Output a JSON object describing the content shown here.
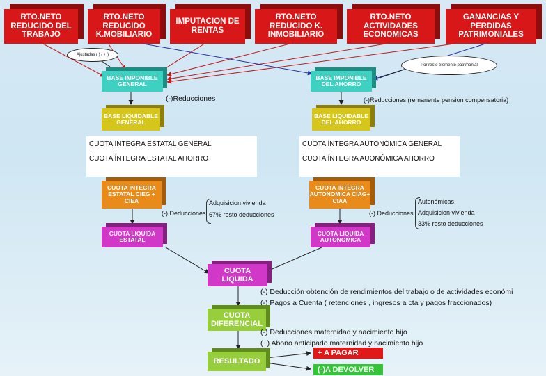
{
  "sources": [
    "RTO.NETO REDUCIDO DEL TRABAJO",
    "RTO.NETO REDUCIDO K.MOBILIARIO",
    "IMPUTACION DE RENTAS",
    "RTO.NETO REDUCIDO K. INMOBILIARIO",
    "RTO.NETO ACTIVIDADES ECONOMICAS",
    "GANANCIAS Y PERDIDAS PATRIMONIALES"
  ],
  "notes": {
    "left_oval": "Ajustadas ( ) ( + )",
    "right_oval": "Por resto elemento patrimonial"
  },
  "general": {
    "base_imponible": "BASE IMPONIBLE GENERAL",
    "reducciones": "(-)Reducciones",
    "base_liquidable": "BASE LIQUIDABLE GENERAL"
  },
  "ahorro": {
    "base_imponible": "BASE IMPONIBLE DEL AHORRO",
    "reducciones": "(-)Reducciones (remanente pension compensatoria)",
    "base_liquidable": "BASE LIQUIDABLE DEL AHORRO"
  },
  "estatal": {
    "cuota_line1": "CUOTA ÍNTEGRA ESTATAL GENERAL",
    "plus": "+",
    "cuota_line2": "CUOTA ÍNTEGRA ESTATAL AHORRO",
    "cuota_integra": "CUOTA INTEGRA ESTATAL CIEG + CIEA",
    "deducciones": "(-) Deducciones",
    "ded_items": [
      "Adquisicion vivienda",
      "67% resto deducciones"
    ],
    "cuota_liquida": "CUOTA LIQUIDA ESTATAL"
  },
  "autonomica": {
    "cuota_line1": "CUOTA ÍNTEGRA AUTONÓMICA GENERAL",
    "plus": "+",
    "cuota_line2": "CUOTA ÍNTEGRA AUONÓMICA AHORRO",
    "cuota_integra": "CUOTA INTEGRA AUTONOMICA CIAG+ CIAA",
    "deducciones": "(-) Deducciones",
    "ded_items": [
      "Autonómicas",
      "Adquisicion vivienda",
      "33% resto deducciones"
    ],
    "cuota_liquida": "CUOTA LIQUIDA AUTONOMICA"
  },
  "final": {
    "cuota_liquida": "CUOTA LIQUIDA",
    "liquida_notes": [
      "(-) Deducción obtención de rendimientos del trabajo o de actividades económi",
      "(-) Pagos a Cuenta ( retenciones , ingresos a cta y pagos fraccionados)"
    ],
    "cuota_diferencial": "CUOTA DIFERENCIAL",
    "diferencial_notes": [
      "(-) Deducciones maternidad y nacimiento hijo",
      "(+) Abono anticipado maternidad y nacimiento hijo"
    ],
    "resultado": "RESULTADO",
    "a_pagar": "+ A PAGAR",
    "a_devolver": "(-)A DEVOLVER"
  },
  "colors": {
    "red": "#d81818",
    "teal": "#3ed1c1",
    "gold": "#d6c51a",
    "orange": "#e88b1a",
    "magenta": "#d238c8",
    "green": "#97ce3c"
  }
}
